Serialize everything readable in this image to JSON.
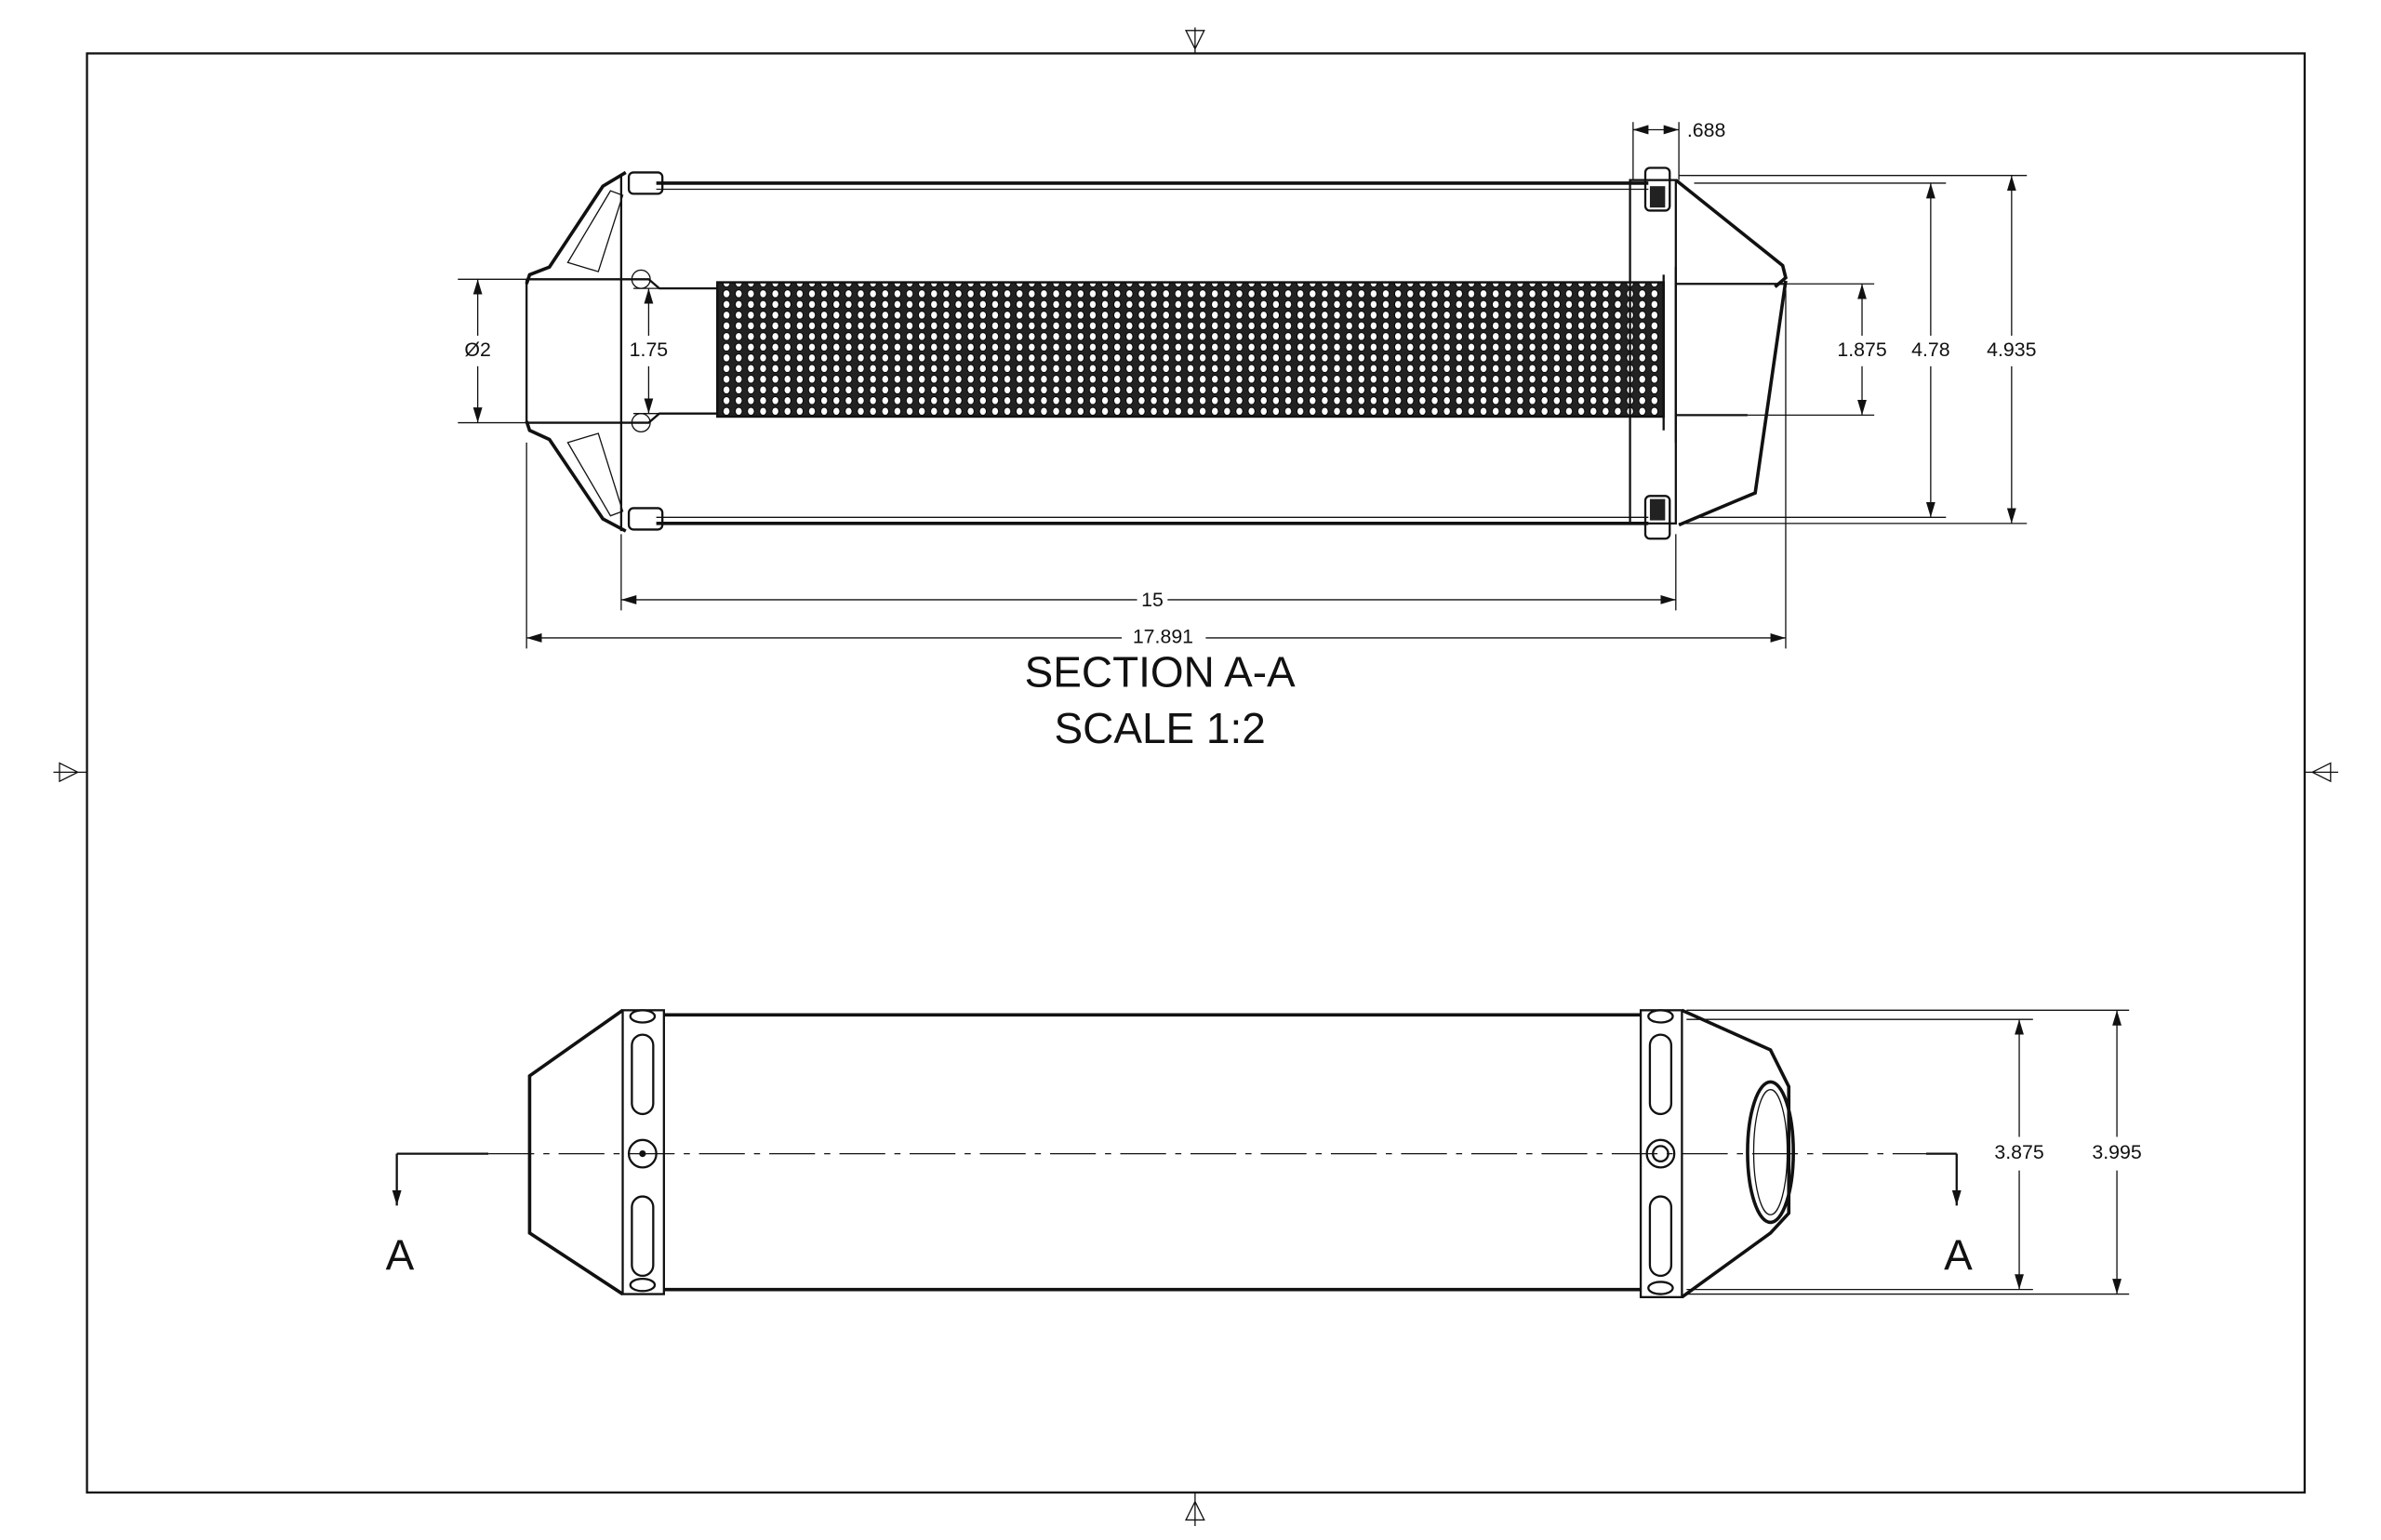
{
  "section_view": {
    "title": "SECTION A-A",
    "scale": "SCALE 1:2",
    "dimensions": {
      "flange_width": ".688",
      "inlet_diameter": "Ø2",
      "inlet_inner": "1.75",
      "outlet_inner": "1.875",
      "body_inner_height": "4.78",
      "body_outer_height": "4.935",
      "body_length": "15",
      "overall_length": "17.891"
    }
  },
  "side_view": {
    "section_label_left": "A",
    "section_label_right": "A",
    "dimensions": {
      "body_height": "3.875",
      "overall_height": "3.995"
    }
  }
}
